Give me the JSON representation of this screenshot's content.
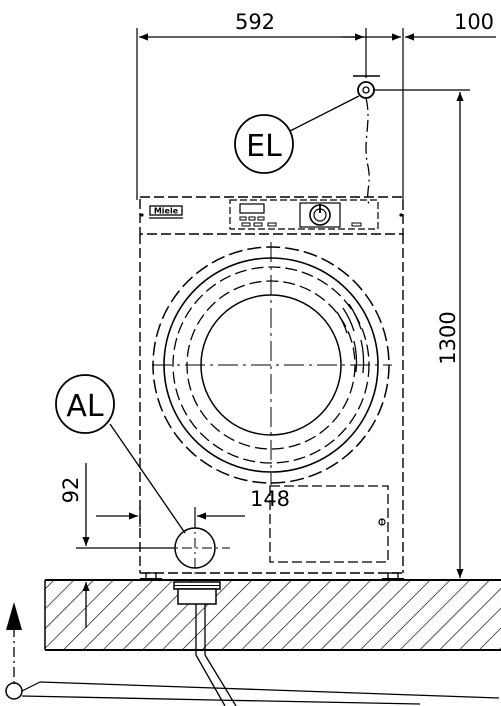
{
  "dimensions": {
    "width": "592",
    "offset": "100",
    "height": "1300",
    "drain_height": "92",
    "drain_offset": "148"
  },
  "labels": {
    "electrical": "EL",
    "drain": "AL"
  },
  "machine": {
    "brand": "Miele"
  },
  "colors": {
    "line": "#000000",
    "background": "#ffffff"
  }
}
